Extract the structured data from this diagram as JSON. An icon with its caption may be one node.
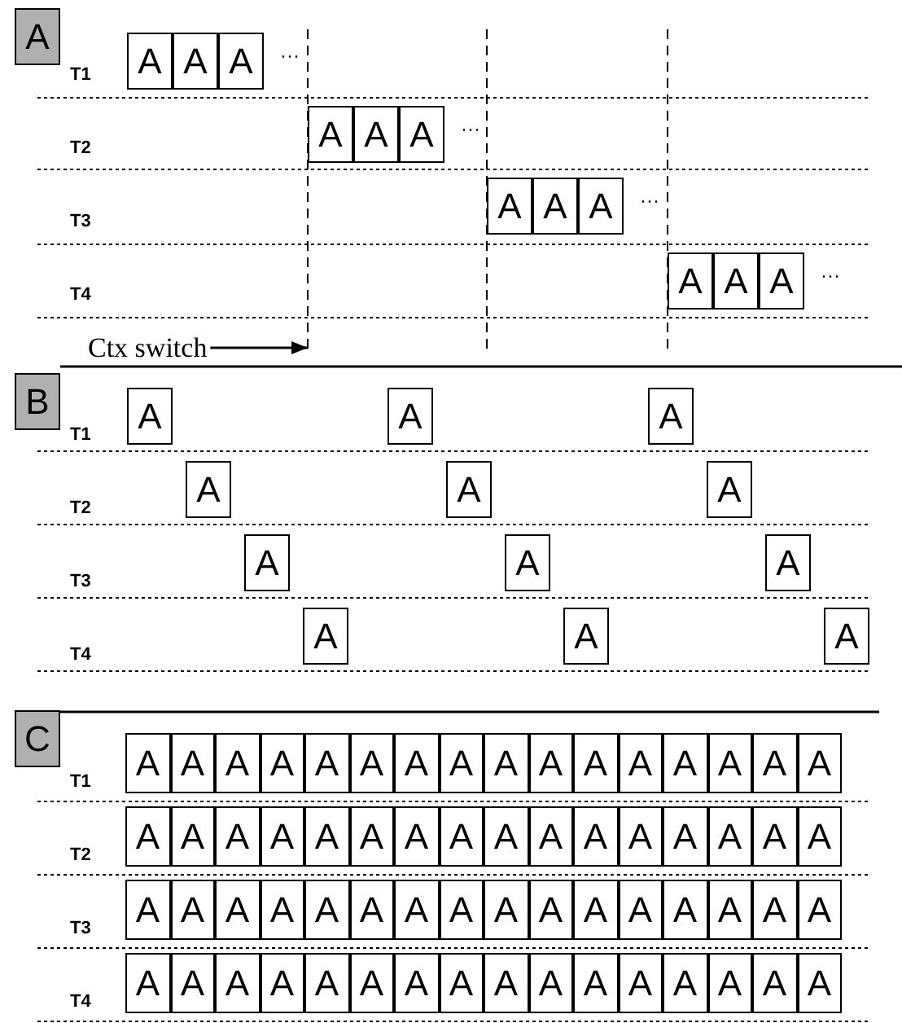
{
  "diagram": {
    "nodes": [
      {
        "text": [
          "A"
        ]
      },
      {
        "text": [
          "A"
        ]
      },
      {
        "text": [
          "A"
        ]
      },
      {
        "text": [
          "A"
        ]
      },
      {
        "text": [
          "A"
        ]
      },
      {
        "text": [
          "A"
        ]
      },
      {
        "text": [
          "A"
        ]
      },
      {
        "text": [
          "A"
        ]
      },
      {
        "text": [
          "A"
        ]
      },
      {
        "text": [
          "A"
        ]
      },
      {
        "text": [
          "A"
        ]
      },
      {
        "text": [
          "A"
        ]
      },
      {
        "text": [
          "A"
        ]
      },
      {
        "text": [
          "Ctx switch"
        ]
      },
      {
        "text": [
          "B"
        ]
      },
      {
        "text": [
          "A"
        ]
      },
      {
        "text": [
          "A"
        ]
      },
      {
        "text": [
          "A"
        ]
      },
      {
        "text": [
          "A"
        ]
      },
      {
        "text": [
          "A"
        ]
      },
      {
        "text": [
          "A"
        ]
      },
      {
        "text": [
          "A"
        ]
      },
      {
        "text": [
          "A"
        ]
      },
      {
        "text": [
          "A"
        ]
      },
      {
        "text": [
          "A"
        ]
      },
      {
        "text": [
          "A"
        ]
      },
      {
        "text": [
          "A"
        ]
      },
      {
        "text": [
          "C"
        ]
      },
      {
        "text": [
          "A"
        ]
      },
      {
        "text": [
          "A"
        ]
      },
      {
        "text": [
          "A"
        ]
      },
      {
        "text": [
          "A"
        ]
      },
      {
        "text": [
          "A"
        ]
      },
      {
        "text": [
          "A"
        ]
      },
      {
        "text": [
          "A"
        ]
      },
      {
        "text": [
          "A"
        ]
      },
      {
        "text": [
          "A"
        ]
      },
      {
        "text": [
          "A"
        ]
      },
      {
        "text": [
          "A"
        ]
      },
      {
        "text": [
          "A"
        ]
      },
      {
        "text": [
          "A"
        ]
      },
      {
        "text": [
          "A"
        ]
      },
      {
        "text": [
          "A"
        ]
      },
      {
        "text": [
          "A"
        ]
      },
      {
        "text": [
          "A"
        ]
      },
      {
        "text": [
          "A"
        ]
      },
      {
        "text": [
          "A"
        ]
      },
      {
        "text": [
          "A"
        ]
      },
      {
        "text": [
          "A"
        ]
      },
      {
        "text": [
          "A"
        ]
      },
      {
        "text": [
          "A"
        ]
      },
      {
        "text": [
          "A"
        ]
      },
      {
        "text": [
          "A"
        ]
      },
      {
        "text": [
          "A"
        ]
      },
      {
        "text": [
          "A"
        ]
      },
      {
        "text": [
          "A"
        ]
      },
      {
        "text": [
          "A"
        ]
      },
      {
        "text": [
          "A"
        ]
      },
      {
        "text": [
          "A"
        ]
      },
      {
        "text": [
          "A"
        ]
      },
      {
        "text": [
          "A"
        ]
      },
      {
        "text": [
          "A"
        ]
      },
      {
        "text": [
          "A"
        ]
      },
      {
        "text": [
          "A"
        ]
      },
      {
        "text": [
          "A"
        ]
      },
      {
        "text": [
          "A"
        ]
      },
      {
        "text": [
          "A"
        ]
      },
      {
        "text": [
          "A"
        ]
      },
      {
        "text": [
          "A"
        ]
      },
      {
        "text": [
          "A"
        ]
      },
      {
        "text": [
          "A"
        ]
      },
      {
        "text": [
          "A"
        ]
      },
      {
        "text": [
          "A"
        ]
      },
      {
        "text": [
          "A"
        ]
      },
      {
        "text": [
          "A"
        ]
      },
      {
        "text": [
          "A"
        ]
      },
      {
        "text": [
          "A"
        ]
      },
      {
        "text": [
          "A"
        ]
      },
      {
        "text": [
          "A"
        ]
      },
      {
        "text": [
          "A"
        ]
      },
      {
        "text": [
          "A"
        ]
      },
      {
        "text": [
          "A"
        ]
      },
      {
        "text": [
          "A"
        ]
      },
      {
        "text": [
          "A"
        ]
      },
      {
        "text": [
          "A"
        ]
      },
      {
        "text": [
          "A"
        ]
      },
      {
        "text": [
          "A"
        ]
      },
      {
        "text": [
          "A"
        ]
      },
      {
        "text": [
          "A"
        ]
      },
      {
        "text": [
          "A"
        ]
      },
      {
        "text": [
          "A"
        ]
      },
      {
        "text": [
          "A"
        ]
      },
      {
        "text": [],
        "shape": "line"
      }
    ],
    "edges": [
      {
        "from": 13,
        "to": 92,
        "arrow": "to"
      }
    ],
    "labels": [
      "T1",
      "···",
      "T2",
      "···",
      "T3",
      "···",
      "T4",
      "···",
      "T1",
      "T2",
      "T3",
      "T4",
      "T1",
      "T2",
      "T3",
      "T4"
    ]
  }
}
